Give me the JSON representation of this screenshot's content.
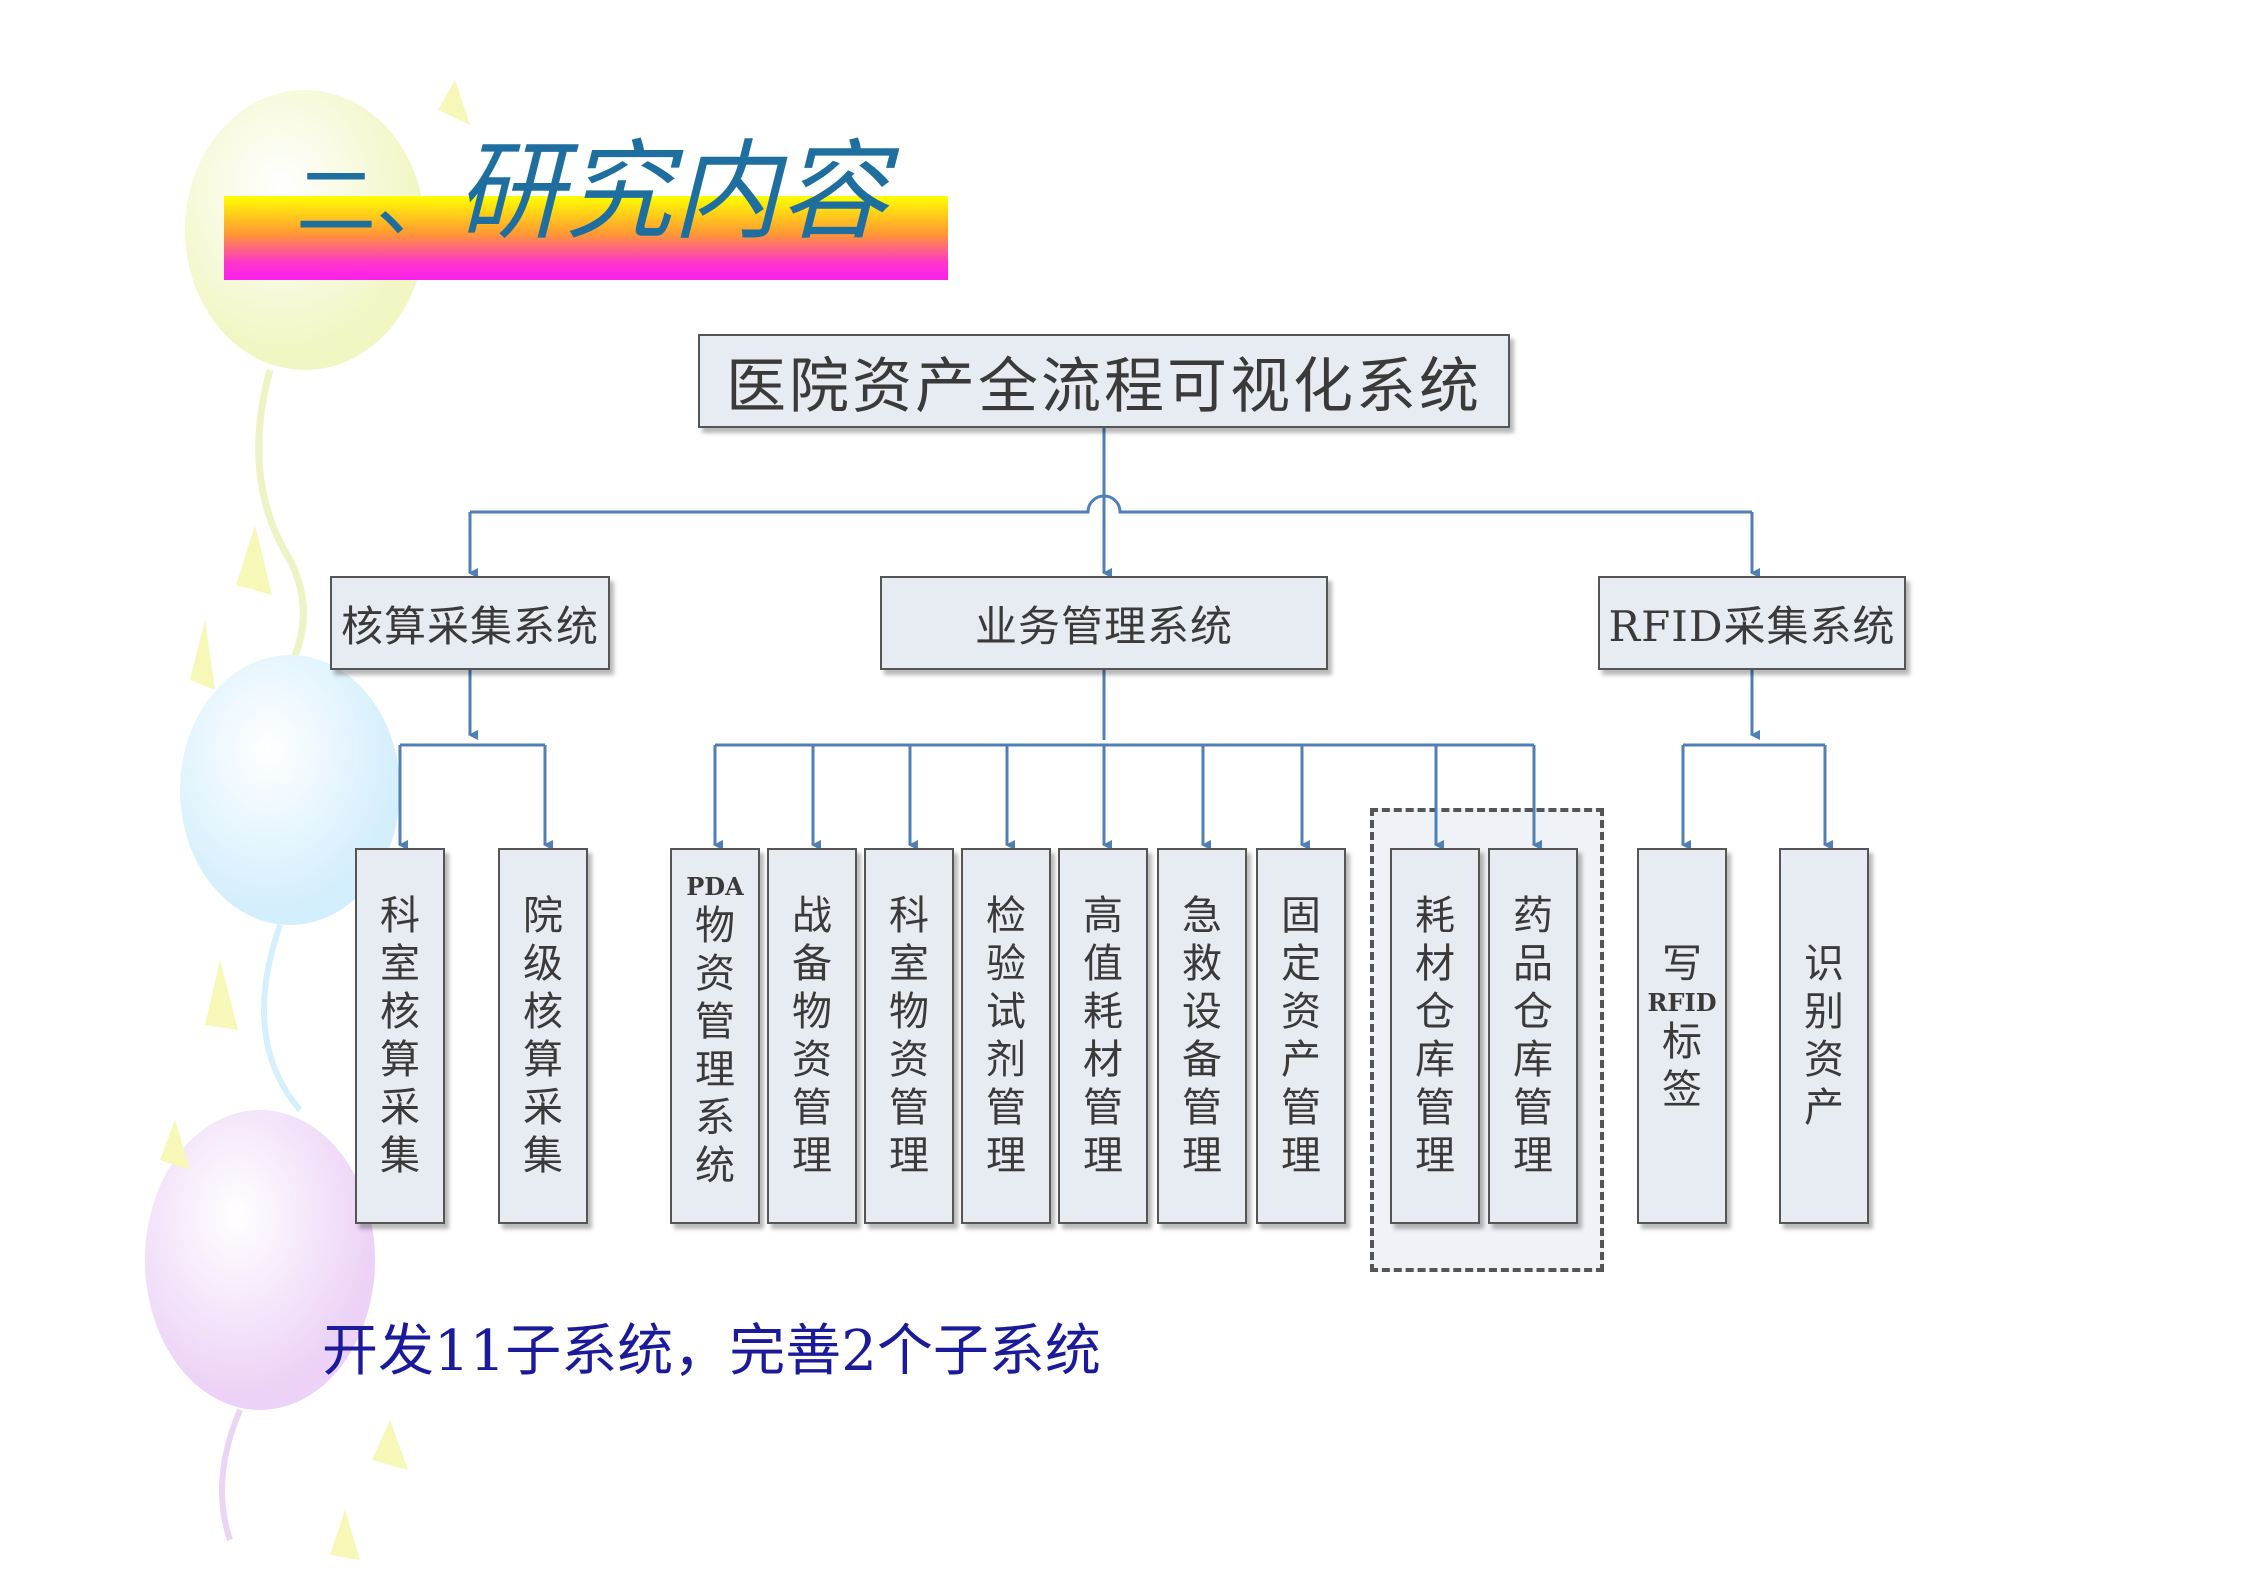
{
  "slide": {
    "title_num": "二、",
    "title_text": "研究内容",
    "note": "开发11子系统，完善2个子系统"
  },
  "diagram": {
    "root": "医院资产全流程可视化系统",
    "level2": [
      {
        "id": "accounting",
        "label": "核算采集系统"
      },
      {
        "id": "business",
        "label": "业务管理系统"
      },
      {
        "id": "rfid",
        "label": "RFID采集系统"
      }
    ],
    "leaves": [
      {
        "parent": "accounting",
        "prefix": "",
        "chars": [
          "科",
          "室",
          "核",
          "算",
          "采",
          "集"
        ]
      },
      {
        "parent": "accounting",
        "prefix": "",
        "chars": [
          "院",
          "级",
          "核",
          "算",
          "采",
          "集"
        ]
      },
      {
        "parent": "business",
        "prefix": "PDA",
        "chars": [
          "物",
          "资",
          "管",
          "理",
          "系",
          "统"
        ]
      },
      {
        "parent": "business",
        "prefix": "",
        "chars": [
          "战",
          "备",
          "物",
          "资",
          "管",
          "理"
        ]
      },
      {
        "parent": "business",
        "prefix": "",
        "chars": [
          "科",
          "室",
          "物",
          "资",
          "管",
          "理"
        ]
      },
      {
        "parent": "business",
        "prefix": "",
        "chars": [
          "检",
          "验",
          "试",
          "剂",
          "管",
          "理"
        ]
      },
      {
        "parent": "business",
        "prefix": "",
        "chars": [
          "高",
          "值",
          "耗",
          "材",
          "管",
          "理"
        ]
      },
      {
        "parent": "business",
        "prefix": "",
        "chars": [
          "急",
          "救",
          "设",
          "备",
          "管",
          "理"
        ]
      },
      {
        "parent": "business",
        "prefix": "",
        "chars": [
          "固",
          "定",
          "资",
          "产",
          "管",
          "理"
        ]
      },
      {
        "parent": "business",
        "prefix": "",
        "chars": [
          "耗",
          "材",
          "仓",
          "库",
          "管",
          "理"
        ]
      },
      {
        "parent": "business",
        "prefix": "",
        "chars": [
          "药",
          "品",
          "仓",
          "库",
          "管",
          "理"
        ]
      },
      {
        "parent": "rfid",
        "prefix": "",
        "chars": [
          "写"
        ],
        "mid": "RFID",
        "tail": [
          "标",
          "签"
        ]
      },
      {
        "parent": "rfid",
        "prefix": "",
        "chars": [
          "识",
          "别",
          "资",
          "产"
        ]
      }
    ],
    "colors": {
      "connector": "#4f7fb5",
      "box_fill": "#e7ecf2",
      "title": "#1e6fa0",
      "note": "#1a1a9a"
    }
  }
}
